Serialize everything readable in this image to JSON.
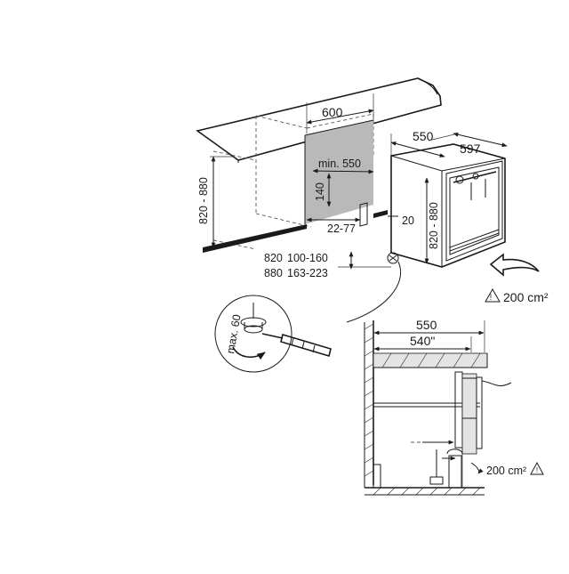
{
  "dimensions": {
    "width_600": "600",
    "depth_597": "597",
    "depth_550": "550",
    "min_550": "min. 550",
    "d140": "140",
    "d20": "20",
    "d22_77": "22-77",
    "height_left": "820 - 880",
    "height_right": "820 - 880",
    "row1_a": "820",
    "row1_b": "100-160",
    "row2_a": "880",
    "row2_b": "163-223",
    "max_60": "max. 60",
    "sec_550": "550",
    "sec_540": "540\""
  },
  "ventilation": {
    "top_label": "200 cm²",
    "bottom_label": "200 cm²"
  },
  "icons": {
    "warning": "warning-triangle-icon",
    "arrow": "airflow-arrow-icon"
  }
}
